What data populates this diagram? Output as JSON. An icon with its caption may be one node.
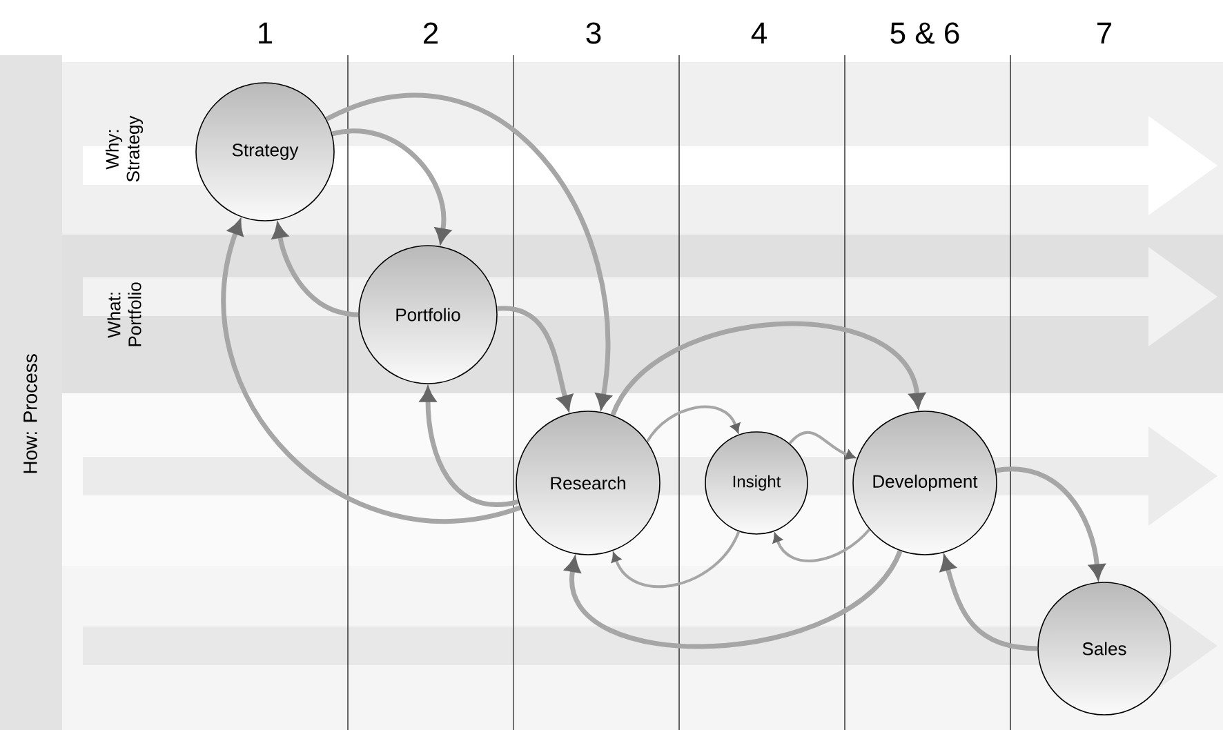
{
  "diagram": {
    "nodes": [
      {
        "text": [
          "Strategy"
        ]
      },
      {
        "text": [
          "Portfolio"
        ]
      },
      {
        "text": [
          "Research"
        ]
      },
      {
        "text": [
          "Insight"
        ]
      },
      {
        "text": [
          "Development"
        ]
      },
      {
        "text": [
          "Sales"
        ]
      }
    ],
    "edges": [
      {
        "from": 0,
        "to": 1,
        "arrow": "to"
      },
      {
        "from": 1,
        "to": 0,
        "arrow": "to"
      },
      {
        "from": 0,
        "to": 2,
        "arrow": "to"
      },
      {
        "from": 2,
        "to": 0,
        "arrow": "to"
      },
      {
        "from": 1,
        "to": 2,
        "arrow": "to"
      },
      {
        "from": 2,
        "to": 1,
        "arrow": "to"
      },
      {
        "from": 2,
        "to": 4,
        "arrow": "to"
      },
      {
        "from": 4,
        "to": 2,
        "arrow": "to"
      },
      {
        "from": 2,
        "to": 3,
        "arrow": "to"
      },
      {
        "from": 3,
        "to": 2,
        "arrow": "to"
      },
      {
        "from": 3,
        "to": 4,
        "arrow": "to"
      },
      {
        "from": 4,
        "to": 3,
        "arrow": "to"
      },
      {
        "from": 4,
        "to": 5,
        "arrow": "to"
      },
      {
        "from": 5,
        "to": 4,
        "arrow": "to"
      }
    ],
    "labels": [
      "1",
      "2",
      "3",
      "4",
      "5 & 6",
      "7",
      "Why: Strategy",
      "What: Portfolio",
      "How: Process"
    ]
  }
}
